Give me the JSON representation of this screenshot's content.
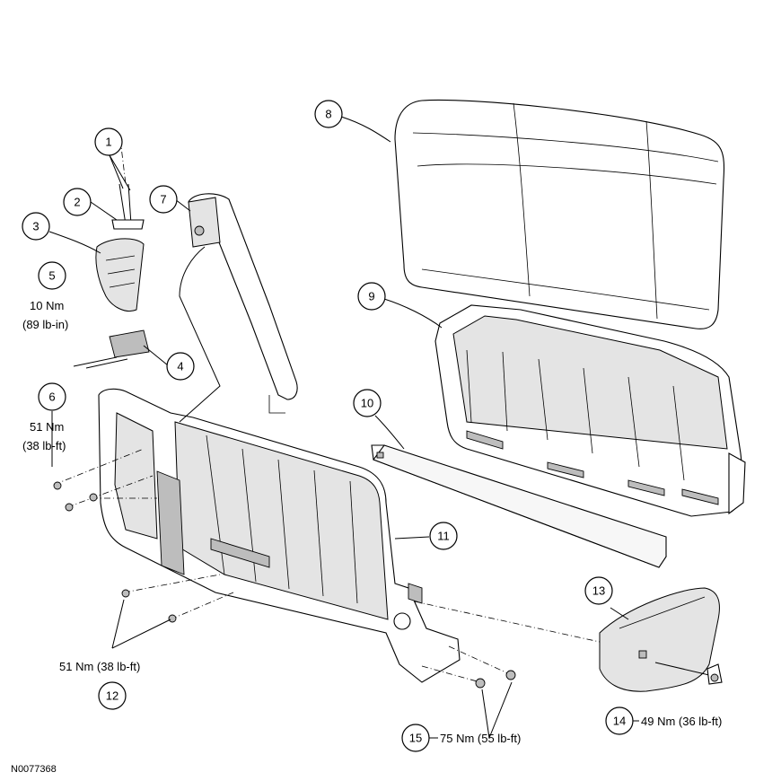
{
  "figure_id": "N0077368",
  "callouts": {
    "c1": "1",
    "c2": "2",
    "c3": "3",
    "c4": "4",
    "c5": "5",
    "c6": "6",
    "c7": "7",
    "c8": "8",
    "c9": "9",
    "c10": "10",
    "c11": "11",
    "c12": "12",
    "c13": "13",
    "c14": "14",
    "c15": "15"
  },
  "torque": {
    "t5_nm": "10 Nm",
    "t5_imp": "(89 lb-in)",
    "t6_nm": "51 Nm",
    "t6_imp": "(38 lb-ft)",
    "t12": "51 Nm (38 lb-ft)",
    "t14": "49 Nm (36 lb-ft)",
    "t15": "75 Nm (55 lb-ft)"
  }
}
